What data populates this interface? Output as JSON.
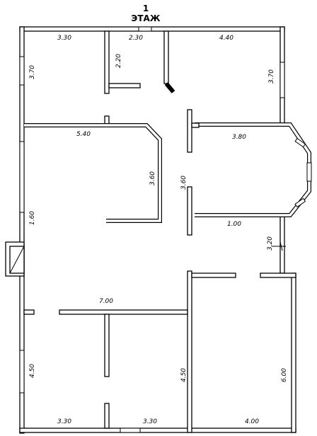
{
  "title": {
    "number": "1",
    "name": "ЭТАЖ"
  },
  "dimensions": {
    "top_left_width": "3.30",
    "top_middle_width": "2.30",
    "top_right_width": "4.40",
    "left_top_height": "3.70",
    "closet_height": "2.20",
    "right_top_height": "3.70",
    "living_width": "5.40",
    "living_height": "3.60",
    "bay_room_width": "3.80",
    "hall_height": "3.60",
    "left_mid_height": "1.60",
    "bay_bottom_width": "1.00",
    "right_mid_height": "3.20",
    "bottom_partition_width": "7.00",
    "left_bottom_height": "4.50",
    "bottom_mid_height": "4.50",
    "right_bottom_height": "6.00",
    "bottom_left_width": "3.30",
    "bottom_middle_width": "3.30",
    "bottom_right_width": "4.00"
  }
}
